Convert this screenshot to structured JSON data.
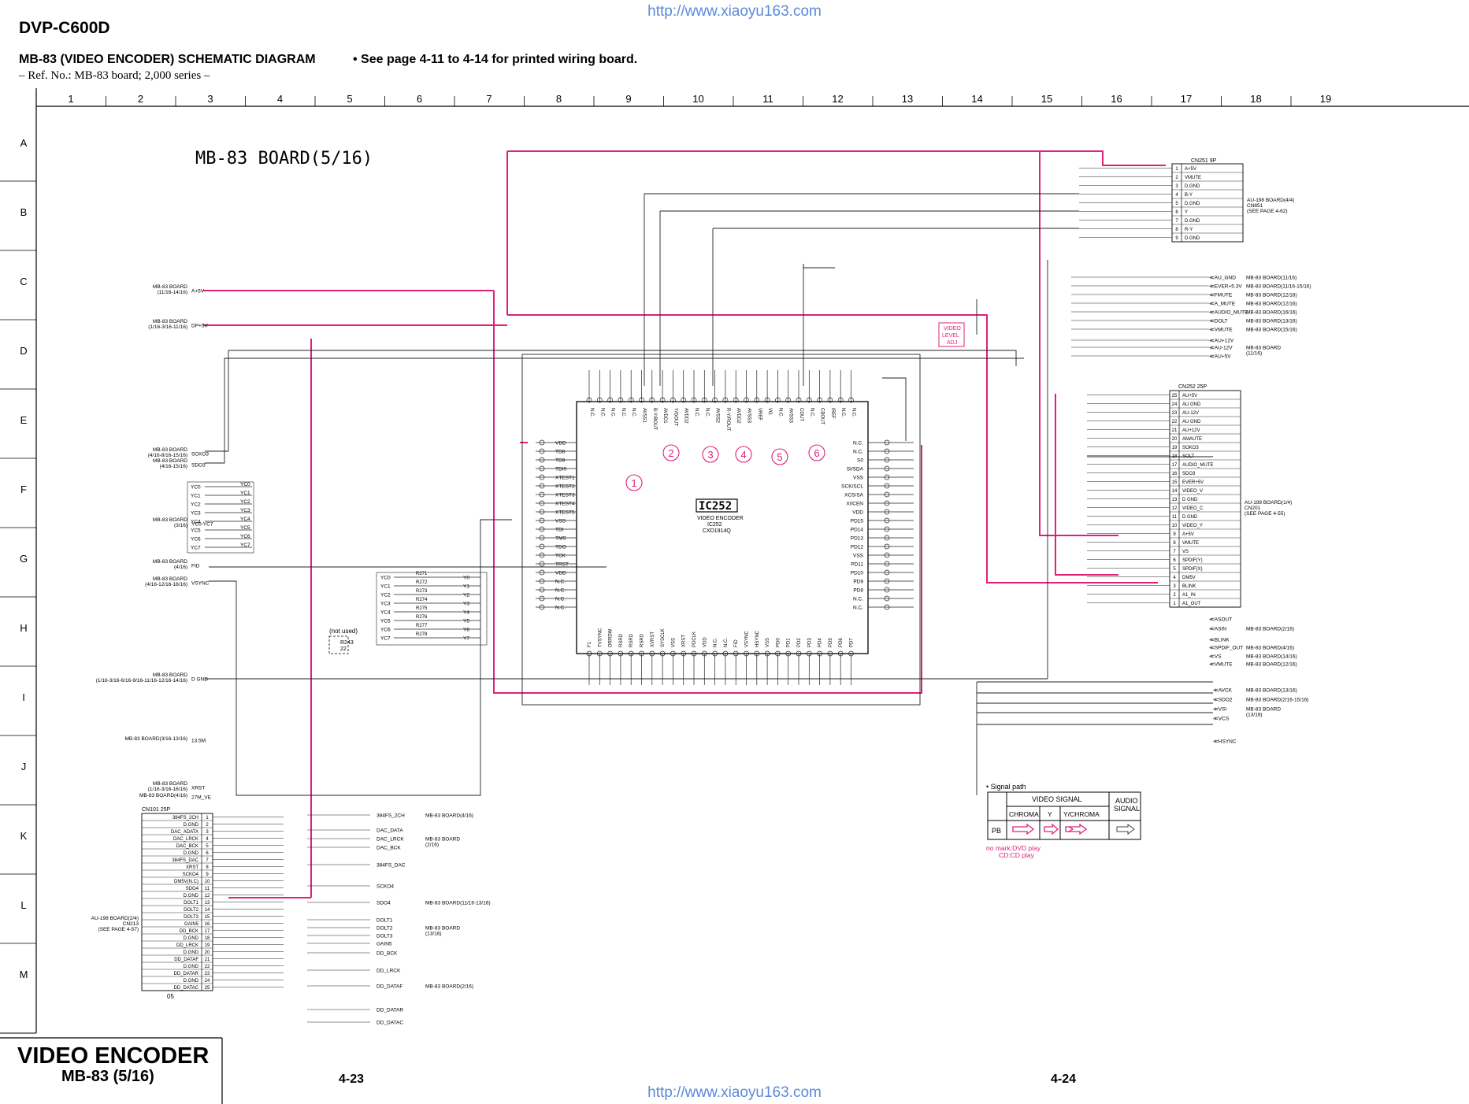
{
  "header": {
    "url": "http://www.xiaoyu163.com",
    "model": "DVP-C600D",
    "title": "MB-83 (VIDEO  ENCODER) SCHEMATIC DIAGRAM",
    "title_note": "• See page 4-11 to 4-14 for printed wiring board.",
    "ref_no": "– Ref. No.: MB-83 board; 2,000 series –"
  },
  "grid": {
    "columns": [
      "1",
      "2",
      "3",
      "4",
      "5",
      "6",
      "7",
      "8",
      "9",
      "10",
      "11",
      "12",
      "13",
      "14",
      "15",
      "16",
      "17",
      "18",
      "19"
    ],
    "rows": [
      "A",
      "B",
      "C",
      "D",
      "E",
      "F",
      "G",
      "H",
      "I",
      "J",
      "K",
      "L",
      "M"
    ]
  },
  "board_title": "MB-83 BOARD(5/16)",
  "ic": {
    "ref": "IC252",
    "name": "VIDEO ENCODER",
    "ref2": "IC252",
    "part": "CXD1914Q",
    "left_pins": [
      "VDD",
      "TD8",
      "TD9",
      "TDI0",
      "XTEST1",
      "XTEST2",
      "XTEST3",
      "XTEST4",
      "XTEST5",
      "VSS",
      "TDI",
      "TMS",
      "TDO",
      "TCK",
      "TRST",
      "VDD",
      "N.C.",
      "N.C.",
      "N.C.",
      "N.C."
    ],
    "right_pins": [
      "N.C.",
      "N.C.",
      "S0",
      "SI/SDA",
      "VSS",
      "SCK/SCL",
      "XCS/SA",
      "XIICEN",
      "VDD",
      "PD15",
      "PD14",
      "PD13",
      "PD12",
      "VSS",
      "PD11",
      "PD10",
      "PD9",
      "PD8",
      "N.C.",
      "N.C."
    ],
    "top_pins": [
      "N.C.",
      "N.C.",
      "N.C.",
      "N.C.",
      "N.C.",
      "AVSS1",
      "B-Y/BOUT",
      "AVDD1",
      "Y/GOUT",
      "AVDD2",
      "N.C.",
      "N.C.",
      "AVSS2",
      "R-Y/ROUT",
      "AVDD2",
      "AVSS3",
      "VREF",
      "VG",
      "N.C.",
      "AVSS3",
      "COUT",
      "N.C.",
      "CBOUT",
      "IREF",
      "N.C.",
      "N.C."
    ],
    "bottom_pins": [
      "F1",
      "TVSYNC",
      "ORRDW",
      "RSRD",
      "RSRD",
      "RSRD",
      "XVRST",
      "SYSCLK",
      "VSS",
      "XRST",
      "PDCLK",
      "VDD",
      "N.C.",
      "N.C.",
      "FID",
      "VSYNC",
      "HSYNC",
      "VSS",
      "PD0",
      "PD1",
      "PD2",
      "PD3",
      "PD4",
      "PD5",
      "PD6",
      "PD7"
    ]
  },
  "markers": [
    "1",
    "2",
    "3",
    "4",
    "5",
    "6"
  ],
  "left_connectors": [
    {
      "label": "MB-83 BOARD\n(11/16-14/16)",
      "signal": "A+5V"
    },
    {
      "label": "MB-83 BOARD\n(1/16-3/16-11/16)",
      "signal": "DP+5V"
    },
    {
      "label": "MB-83 BOARD\n(4/16-8/16-15/16)",
      "signal": "SCKO3"
    },
    {
      "label": "MB-83 BOARD\n(4/16-15/16)",
      "signal": "SDO3"
    },
    {
      "label": "MB-83 BOARD\n(3/16)",
      "signal": "YC0-YC7"
    },
    {
      "label": "MB-83 BOARD\n(4/16)",
      "signal": "FID"
    },
    {
      "label": "MB-83 BOARD\n(4/16-12/16-16/16)",
      "signal": "VSYNC"
    },
    {
      "label": "MB-83 BOARD\n(1/16-3/16-6/16-9/16-11/16-12/16-14/16)",
      "signal": "D GND"
    },
    {
      "label": "MB-83 BOARD(3/16-13/16)",
      "signal": "13.5M"
    },
    {
      "label": "MB-83 BOARD\n(1/16-3/16-16/16)",
      "signal": "XRST"
    },
    {
      "label": "MB-83 BOARD(4/16)",
      "signal": "27M_VE"
    }
  ],
  "yc_bus": [
    "YC0",
    "YC1",
    "YC2",
    "YC3",
    "YC4",
    "YC5",
    "YC6",
    "YC7"
  ],
  "y_bus": [
    "Y0",
    "Y1",
    "Y2",
    "Y3",
    "Y4",
    "Y5",
    "Y6",
    "Y7"
  ],
  "resistors_yc": [
    "R271",
    "R272",
    "R273",
    "R274",
    "R275",
    "R276",
    "R277",
    "R278"
  ],
  "not_used": {
    "label": "(not used)",
    "part": "R243",
    "value": "22"
  },
  "cn101": {
    "title": "CN101  25P",
    "pins": [
      {
        "n": "1",
        "sig": "384FS_2CH"
      },
      {
        "n": "2",
        "sig": "D.GND"
      },
      {
        "n": "3",
        "sig": "DAC_ADATA"
      },
      {
        "n": "4",
        "sig": "DAC_LRCK"
      },
      {
        "n": "5",
        "sig": "DAC_BCK"
      },
      {
        "n": "6",
        "sig": "D.GND"
      },
      {
        "n": "7",
        "sig": "384FS_DAC"
      },
      {
        "n": "8",
        "sig": "XRST"
      },
      {
        "n": "9",
        "sig": "SCKO4"
      },
      {
        "n": "10",
        "sig": "DM5V(N.C)"
      },
      {
        "n": "11",
        "sig": "SDO4"
      },
      {
        "n": "12",
        "sig": "D.GND"
      },
      {
        "n": "13",
        "sig": "DOLT1"
      },
      {
        "n": "14",
        "sig": "DOLT2"
      },
      {
        "n": "15",
        "sig": "DOLT3"
      },
      {
        "n": "16",
        "sig": "GAIN5"
      },
      {
        "n": "17",
        "sig": "DD_BCK"
      },
      {
        "n": "18",
        "sig": "D.GND"
      },
      {
        "n": "19",
        "sig": "DD_LRCK"
      },
      {
        "n": "20",
        "sig": "D.GND"
      },
      {
        "n": "21",
        "sig": "DD_DATAF"
      },
      {
        "n": "22",
        "sig": "D.GND"
      },
      {
        "n": "23",
        "sig": "DD_DATAR"
      },
      {
        "n": "24",
        "sig": "D.GND"
      },
      {
        "n": "25",
        "sig": "DD_DATAC"
      }
    ],
    "side_label": "AU-198 BOARD(2/4)\nCN213\n(SEE PAGE 4-57)",
    "outputs": [
      {
        "sig": "384FS_2CH",
        "dest": "MB-83 BOARD(4/16)"
      },
      {
        "sig": "DAC_DATA",
        "dest": ""
      },
      {
        "sig": "DAC_LRCK",
        "dest": "MB-83 BOARD\n(2/16)"
      },
      {
        "sig": "DAC_BCK",
        "dest": ""
      },
      {
        "sig": "384FS_DAC",
        "dest": ""
      },
      {
        "sig": "SCKO4",
        "dest": ""
      },
      {
        "sig": "SDO4",
        "dest": "MB-83 BOARD(11/16-13/16)"
      },
      {
        "sig": "DOLT1",
        "dest": ""
      },
      {
        "sig": "DOLT2",
        "dest": "MB-83 BOARD\n(13/16)"
      },
      {
        "sig": "DOLT3",
        "dest": ""
      },
      {
        "sig": "GAIN5",
        "dest": ""
      },
      {
        "sig": "DD_BCK",
        "dest": ""
      },
      {
        "sig": "DD_LRCK",
        "dest": ""
      },
      {
        "sig": "DD_DATAF",
        "dest": "MB-83 BOARD(2/16)"
      },
      {
        "sig": "DD_DATAR",
        "dest": ""
      },
      {
        "sig": "DD_DATAC",
        "dest": ""
      }
    ]
  },
  "cn251": {
    "title": "CN251  9P",
    "pins": [
      {
        "n": "1",
        "sig": "A+5V"
      },
      {
        "n": "2",
        "sig": "VMUTE"
      },
      {
        "n": "3",
        "sig": "D.GND"
      },
      {
        "n": "4",
        "sig": "B-Y"
      },
      {
        "n": "5",
        "sig": "D.GND"
      },
      {
        "n": "6",
        "sig": "Y"
      },
      {
        "n": "7",
        "sig": "D.GND"
      },
      {
        "n": "8",
        "sig": "R-Y"
      },
      {
        "n": "9",
        "sig": "D.GND"
      }
    ],
    "side_label": "AU-198 BOARD(4/4)\nCN851\n(SEE PAGE 4-62)"
  },
  "cn252": {
    "title": "CN252  25P",
    "pins": [
      {
        "n": "25",
        "sig": "AU+5V"
      },
      {
        "n": "24",
        "sig": "AU GND"
      },
      {
        "n": "23",
        "sig": "AU-12V"
      },
      {
        "n": "22",
        "sig": "AU GND"
      },
      {
        "n": "21",
        "sig": "AU+12V"
      },
      {
        "n": "20",
        "sig": "AMAUTE"
      },
      {
        "n": "19",
        "sig": "SOKO3"
      },
      {
        "n": "18",
        "sig": "SOLT"
      },
      {
        "n": "17",
        "sig": "AUDIO_MUTE"
      },
      {
        "n": "16",
        "sig": "SDO3"
      },
      {
        "n": "15",
        "sig": "EVER+5V"
      },
      {
        "n": "14",
        "sig": "VIDEO_V"
      },
      {
        "n": "13",
        "sig": "D GND"
      },
      {
        "n": "12",
        "sig": "VIDEO_C"
      },
      {
        "n": "11",
        "sig": "D GND"
      },
      {
        "n": "10",
        "sig": "VIDEO_Y"
      },
      {
        "n": "9",
        "sig": "A+5V"
      },
      {
        "n": "8",
        "sig": "VMUTE"
      },
      {
        "n": "7",
        "sig": "VS"
      },
      {
        "n": "6",
        "sig": "SPDIF(Y)"
      },
      {
        "n": "5",
        "sig": "SPDIF(X)"
      },
      {
        "n": "4",
        "sig": "DM5V"
      },
      {
        "n": "3",
        "sig": "BLINK"
      },
      {
        "n": "2",
        "sig": "A1_IN"
      },
      {
        "n": "1",
        "sig": "A1_OUT"
      }
    ],
    "side_label": "AU-198 BOARD(1/4)\nCN201\n(SEE PAGE 4-55)"
  },
  "right_connectors": [
    {
      "sig": "AU_GND",
      "dest": "MB-83 BOARD(11/16)"
    },
    {
      "sig": "EVER+5.3V",
      "dest": "MB-83 BOARD(11/16-15/16)"
    },
    {
      "sig": "FMUTE",
      "dest": "MB-83 BOARD(12/16)"
    },
    {
      "sig": "A_MUTE",
      "dest": "MB-83 BOARD(12/16)"
    },
    {
      "sig": "AUDIO_MUTE",
      "dest": "MB-83 BOARD(16/16)"
    },
    {
      "sig": "DOLT",
      "dest": "MB-83 BOARD(13/16)"
    },
    {
      "sig": "VMUTE",
      "dest": "MB-83 BOARD(15/16)"
    },
    {
      "sig": "AU+12V",
      "dest": ""
    },
    {
      "sig": "AU-12V",
      "dest": "MB-83 BOARD\n(11/16)"
    },
    {
      "sig": "AU+5V",
      "dest": ""
    },
    {
      "sig": "ASOUT",
      "dest": ""
    },
    {
      "sig": "ASIN",
      "dest": "MB-83 BOARD(2/16)"
    },
    {
      "sig": "BLINK",
      "dest": ""
    },
    {
      "sig": "SPDIF_OUT",
      "dest": "MB-83 BOARD(4/16)"
    },
    {
      "sig": "VS",
      "dest": "MB-83 BOARD(14/16)"
    },
    {
      "sig": "VMUTE",
      "dest": "MB-83 BOARD(12/16)"
    },
    {
      "sig": "AVCK",
      "dest": "MB-83 BOARD(13/16)"
    },
    {
      "sig": "SDO2",
      "dest": "MB-83 BOARD(2/16-15/16)"
    },
    {
      "sig": "VSI",
      "dest": "MB-83 BOARD\n(13/16)"
    },
    {
      "sig": "VCS",
      "dest": ""
    },
    {
      "sig": "HSYNC",
      "dest": ""
    }
  ],
  "video_level": "VIDEO\nLEVEL\nADJ",
  "legend": {
    "title": "• Signal path",
    "video_signal": "VIDEO SIGNAL",
    "audio_signal": "AUDIO\nSIGNAL",
    "cols": [
      "CHROMA",
      "Y",
      "Y/CHROMA"
    ],
    "row": "PB",
    "note": "no mark:DVD play\nCD:CD play"
  },
  "footer": {
    "title": "VIDEO  ENCODER",
    "subtitle": "MB-83 (5/16)",
    "page_left": "4-23",
    "page_right": "4-24",
    "code": "05"
  },
  "colors": {
    "signal": "#e0207a",
    "wire": "#222222",
    "url": "#5a8ad8"
  }
}
